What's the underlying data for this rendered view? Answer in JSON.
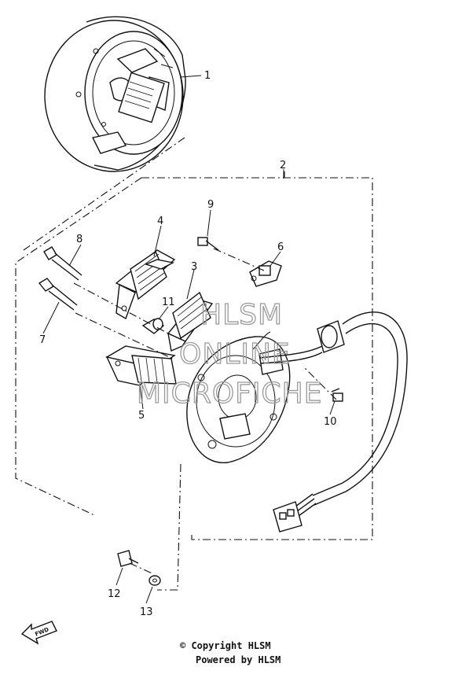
{
  "callouts": [
    "1",
    "2",
    "3",
    "4",
    "5",
    "6",
    "7",
    "8",
    "9",
    "10",
    "11",
    "12",
    "13"
  ],
  "watermark": {
    "line1": "HLSM",
    "line2": "ONLINE",
    "line3": "MICROFICHE"
  },
  "fwd_label": "FWD",
  "footer": {
    "copyright": "© Copyright HLSM",
    "powered": "Powered by HLSM"
  }
}
